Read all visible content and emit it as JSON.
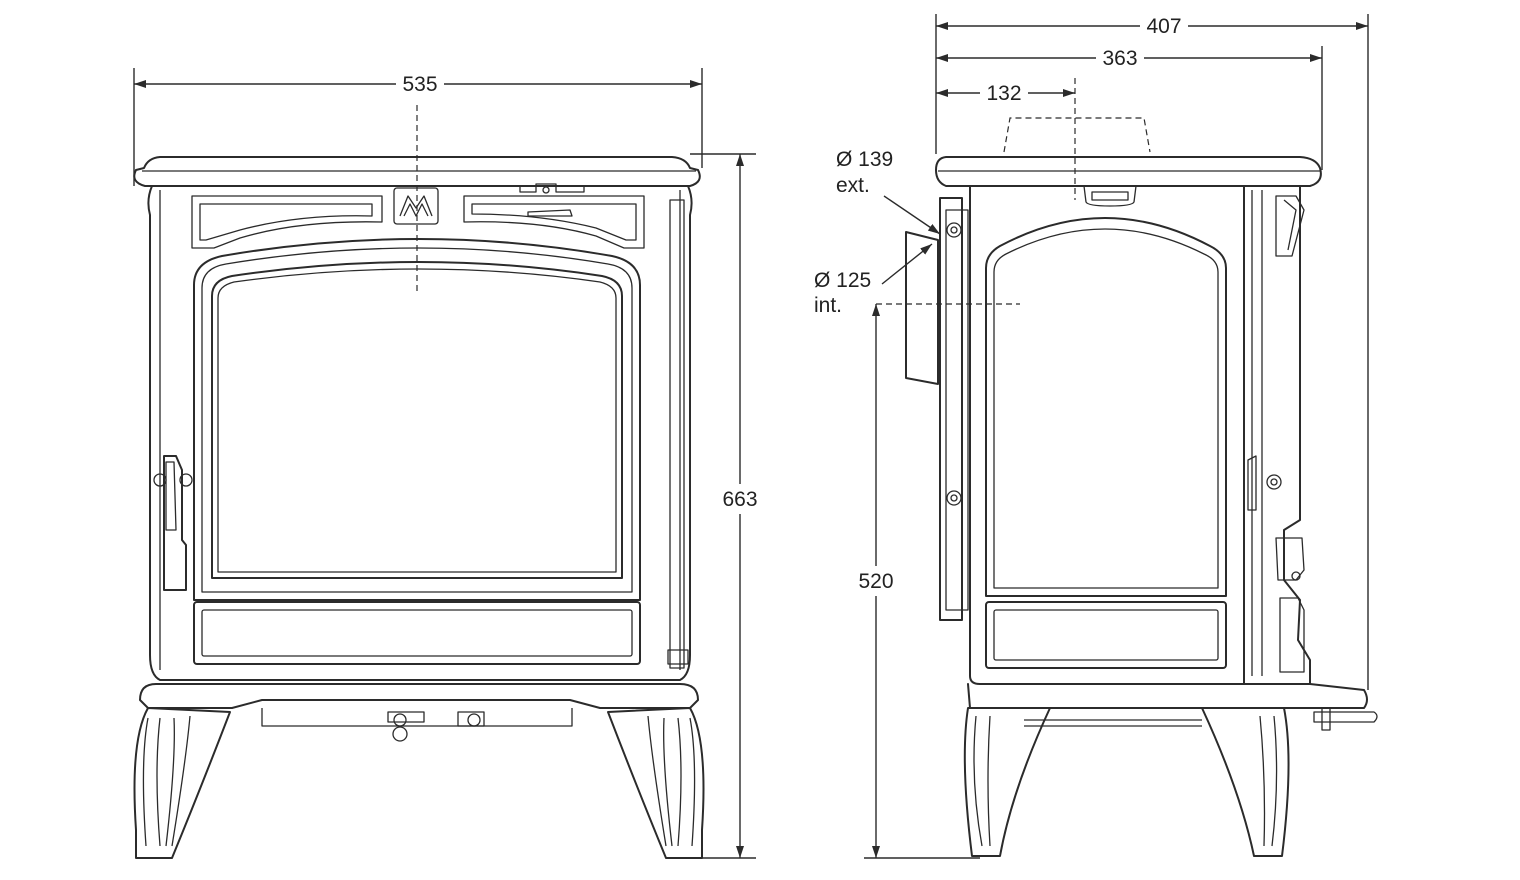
{
  "front_view": {
    "dimensions": {
      "width": "535",
      "height": "663"
    }
  },
  "side_view": {
    "dimensions": {
      "total_depth": "407",
      "body_depth": "363",
      "flue_offset": "132",
      "flue_height": "520"
    },
    "flue_labels": {
      "external_diameter": "Ø 139",
      "external_suffix": "ext.",
      "internal_diameter": "Ø 125",
      "internal_suffix": "int."
    }
  },
  "colors": {
    "line": "#2b2b2b",
    "background": "#ffffff"
  }
}
